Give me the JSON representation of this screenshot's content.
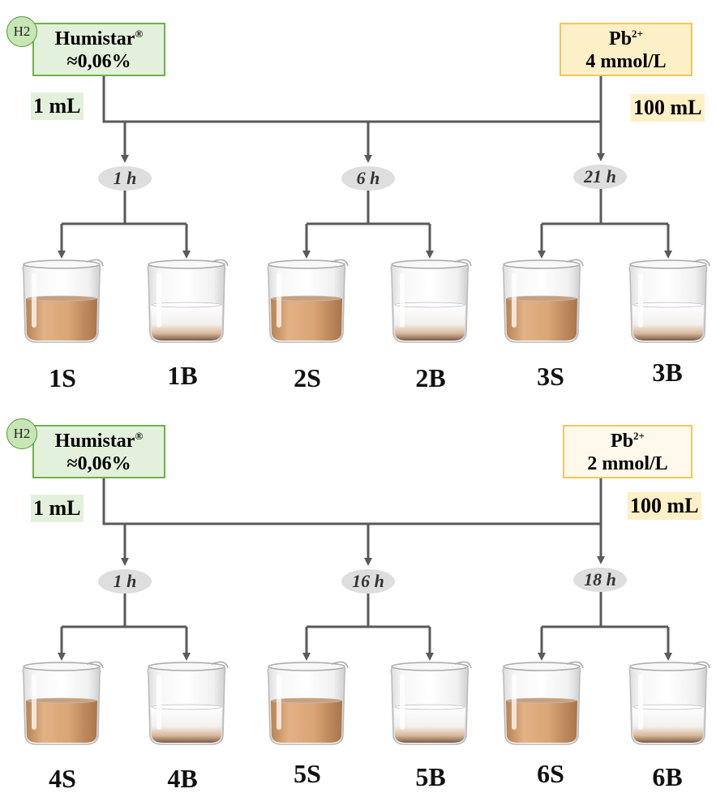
{
  "colors": {
    "line": "#5a5a5a",
    "humistar_fill": "#e3f1dc",
    "humistar_border": "#6fb04a",
    "lead_fill_4mM": "#fdefc6",
    "lead_fill_2mM": "#fef9ea",
    "lead_border": "#f0c75a",
    "time_pill": "#dedede",
    "supernatant_liquid": "#d8a470",
    "blank_liquid": "#f4f2f0"
  },
  "panels": [
    {
      "badge": "H2",
      "humistar": {
        "name": "Humistar",
        "mark": "®",
        "conc": "≈0,06%",
        "volume": "1 mL"
      },
      "lead": {
        "name": "Pb",
        "charge": "2+",
        "conc": "4 mmol/L",
        "volume": "100 mL"
      },
      "groups": [
        {
          "time": "1 h",
          "beakers": [
            {
              "label": "1S",
              "kind": "sample"
            },
            {
              "label": "1B",
              "kind": "blank"
            }
          ]
        },
        {
          "time": "6 h",
          "beakers": [
            {
              "label": "2S",
              "kind": "sample"
            },
            {
              "label": "2B",
              "kind": "blank"
            }
          ]
        },
        {
          "time": "21 h",
          "beakers": [
            {
              "label": "3S",
              "kind": "sample"
            },
            {
              "label": "3B",
              "kind": "blank"
            }
          ]
        }
      ]
    },
    {
      "badge": "H2",
      "humistar": {
        "name": "Humistar",
        "mark": "®",
        "conc": "≈0,06%",
        "volume": "1 mL"
      },
      "lead": {
        "name": "Pb",
        "charge": "2+",
        "conc": "2 mmol/L",
        "volume": "100 mL"
      },
      "groups": [
        {
          "time": "1 h",
          "beakers": [
            {
              "label": "4S",
              "kind": "sample"
            },
            {
              "label": "4B",
              "kind": "blank"
            }
          ]
        },
        {
          "time": "16 h",
          "beakers": [
            {
              "label": "5S",
              "kind": "sample"
            },
            {
              "label": "5B",
              "kind": "blank"
            }
          ]
        },
        {
          "time": "18 h",
          "beakers": [
            {
              "label": "6S",
              "kind": "sample"
            },
            {
              "label": "6B",
              "kind": "blank"
            }
          ]
        }
      ]
    }
  ]
}
